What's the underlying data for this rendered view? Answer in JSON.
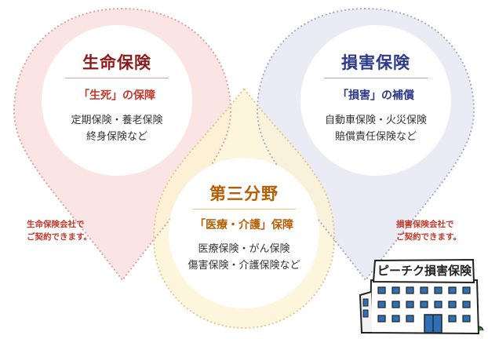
{
  "colors": {
    "life": "#c0392b",
    "life_title": "#8e1b1b",
    "life_fill": "#f9e0df",
    "nonlife": "#2d3a8c",
    "nonlife_fill": "#e7e7f3",
    "third": "#b45f06",
    "third_fill": "#fdf2d3",
    "overlap_top": "#f3e7d6",
    "note": "#c0392b"
  },
  "life": {
    "title": "生命保険",
    "subtitle": "「生死」の保障",
    "items": [
      "定期保険・養老保険",
      "終身保険など"
    ],
    "note": [
      "生命保険会社で",
      "ご契約できます。"
    ]
  },
  "nonlife": {
    "title": "損害保険",
    "subtitle": "「損害」の補償",
    "items": [
      "自動車保険・火災保険",
      "賠償責任保険など"
    ],
    "note": [
      "損害保険会社で",
      "ご契約できます。"
    ]
  },
  "third": {
    "title": "第三分野",
    "subtitle": "「医療・介護」保障",
    "items": [
      "医療保険・がん保険",
      "傷害保険・介護保険など"
    ]
  },
  "building": {
    "sign": "ピーチク損害保険",
    "icon": "office-building-icon"
  }
}
